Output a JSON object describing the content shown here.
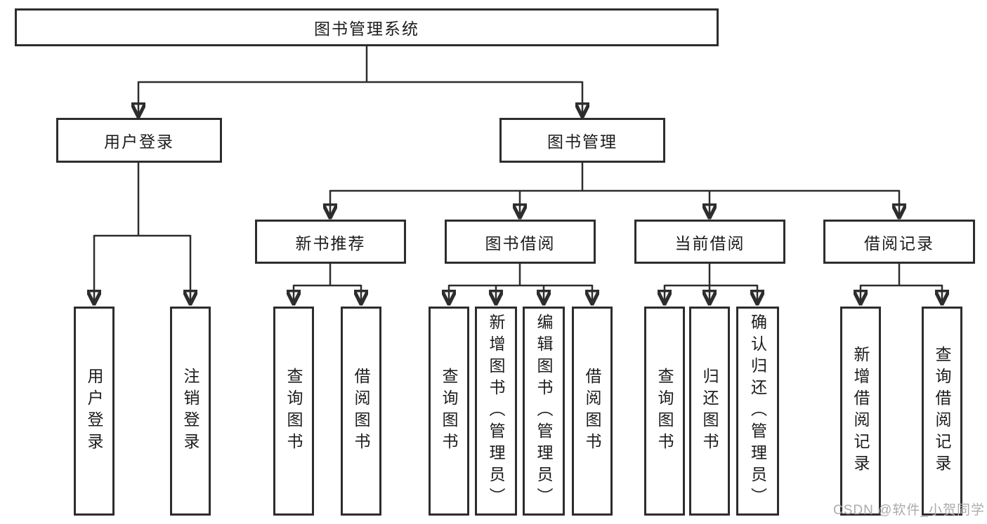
{
  "tree": {
    "label": "图书管理系统",
    "children": [
      {
        "label": "用户登录",
        "children": [
          {
            "label": "用户登录"
          },
          {
            "label": "注销登录"
          }
        ]
      },
      {
        "label": "图书管理",
        "children": [
          {
            "label": "新书推荐",
            "children": [
              {
                "label": "查询图书"
              },
              {
                "label": "借阅图书"
              }
            ]
          },
          {
            "label": "图书借阅",
            "children": [
              {
                "label": "查询图书"
              },
              {
                "label": "新增图书（管理员）"
              },
              {
                "label": "编辑图书（管理员）"
              },
              {
                "label": "借阅图书"
              }
            ]
          },
          {
            "label": "当前借阅",
            "children": [
              {
                "label": "查询图书"
              },
              {
                "label": "归还图书"
              },
              {
                "label": "确认归还（管理员）"
              }
            ]
          },
          {
            "label": "借阅记录",
            "children": [
              {
                "label": "新增借阅记录"
              },
              {
                "label": "查询借阅记录"
              }
            ]
          }
        ]
      }
    ]
  },
  "watermark": {
    "text": "CSDN @软件_小贺同学"
  },
  "colors": {
    "line": "#2d2d2d",
    "box_border": "#2d2d2d",
    "text": "#1c1c1c",
    "watermark": "#ababab",
    "background": "#ffffff"
  }
}
